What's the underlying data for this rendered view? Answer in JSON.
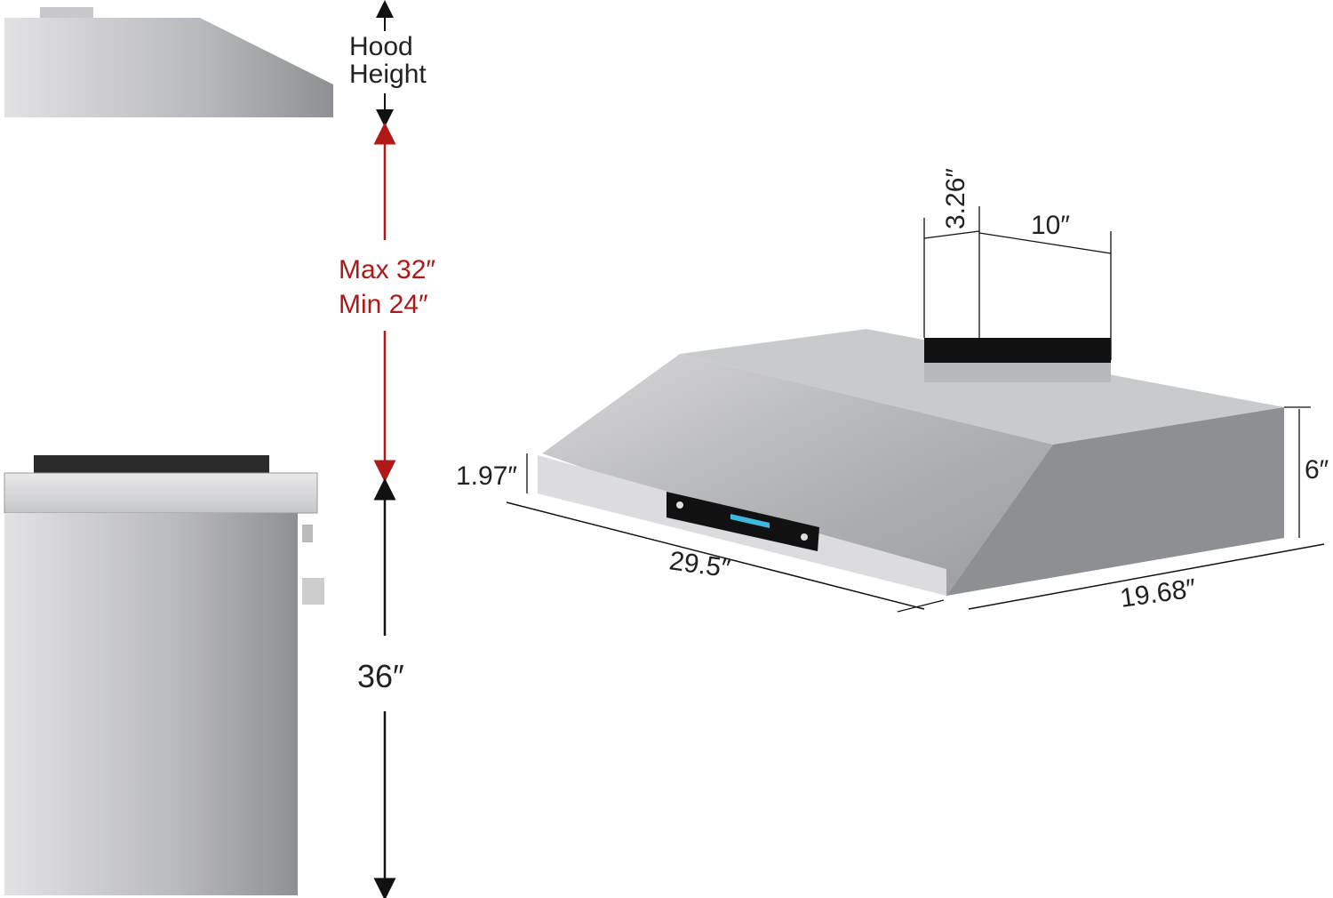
{
  "labels": {
    "hood_height_line1": "Hood",
    "hood_height_line2": "Height",
    "clearance_max": "Max 32″",
    "clearance_min": "Min 24″",
    "counter_height": "36″",
    "duct_height": "3.26″",
    "duct_width": "10″",
    "front_lip": "1.97″",
    "hood_width": "29.5″",
    "hood_depth": "19.68″",
    "hood_back_height": "6″"
  },
  "colors": {
    "clearance_arrow": "#b01818",
    "dimension_line": "#111111",
    "panel": "#111111",
    "display": "#3fb8e0"
  }
}
